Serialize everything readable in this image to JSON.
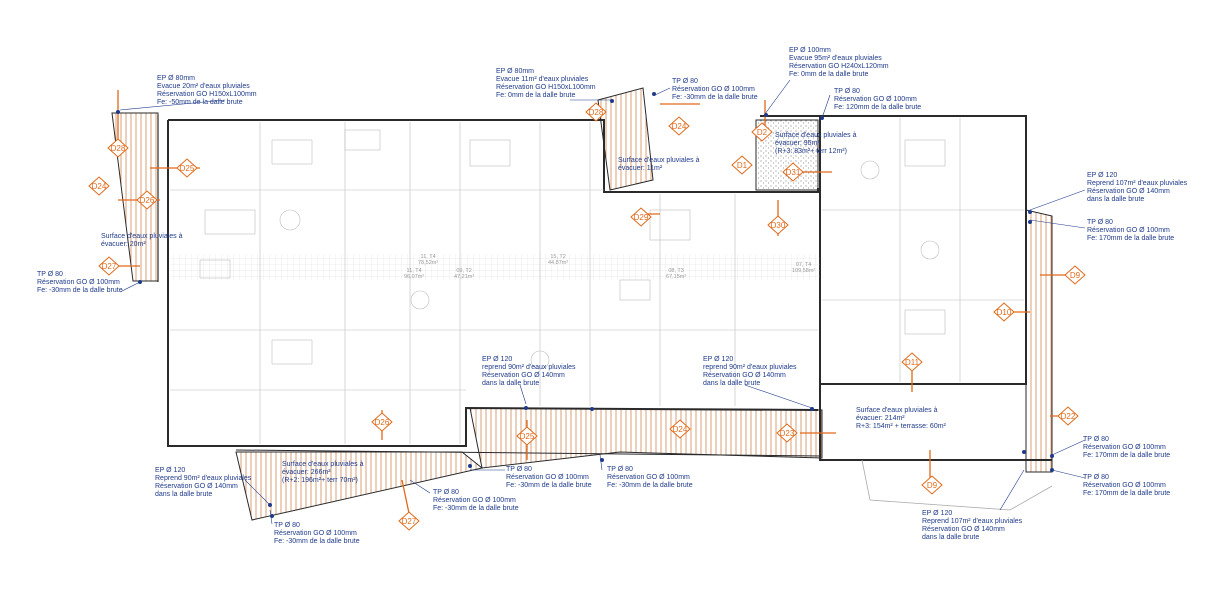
{
  "colors": {
    "annotation": "#1f3a8a",
    "marker": "#e06a1a",
    "wall": "#2a2a2a",
    "thin": "#a9a9a9",
    "deck": "#c2621f"
  },
  "icons": {
    "marker": "diamond-drain-tag"
  },
  "notes": {
    "n1": [
      "EP Ø 80mm",
      "Evacue 20m² d'eaux pluviales",
      "Réservation GO H150xL100mm",
      "Fe: -50mm de la dalle brute"
    ],
    "n2": [
      "EP Ø 80mm",
      "Evacue 11m² d'eaux pluviales",
      "Réservation GO H150xL100mm",
      "Fe: 0mm de la dalle brute"
    ],
    "n3": [
      "TP Ø 80",
      "Réservation GO Ø 100mm",
      "Fe: -30mm de la dalle brute"
    ],
    "n4": [
      "EP Ø 100mm",
      "Evacue 95m² d'eaux pluviales",
      "Réservation GO H240xL120mm",
      "Fe: 0mm de la dalle brute"
    ],
    "n5": [
      "TP Ø 80",
      "Réservation GO Ø 100mm",
      "Fe: 120mm de la dalle brute"
    ],
    "n6": [
      "Surface d'eaux pluviales à",
      "évacuer: 95m²",
      "(R+3: 83m²+ terr 12m²)"
    ],
    "n7": [
      "Surface d'eaux pluviales à",
      "évacuer: 11m²"
    ],
    "n8": [
      "EP Ø 120",
      "Reprend 107m² d'eaux pluviales",
      "Réservation GO Ø 140mm",
      "dans la dalle brute"
    ],
    "n9": [
      "TP Ø 80",
      "Réservation GO Ø 100mm",
      "Fe: 170mm de la dalle brute"
    ],
    "n10": [
      "Surface d'eaux pluviales à",
      "évacuer: 20m²"
    ],
    "n11": [
      "TP Ø 80",
      "Réservation GO Ø 100mm",
      "Fe: -30mm de la dalle brute"
    ],
    "n12": [
      "EP Ø 120",
      "reprend 90m² d'eaux pluviales",
      "Réservation GO Ø 140mm",
      "dans la dalle brute"
    ],
    "n13": [
      "EP Ø 120",
      "reprend 90m² d'eaux pluviales",
      "Réservation GO Ø 140mm",
      "dans la dalle brute"
    ],
    "n14": [
      "Surface d'eaux pluviales à",
      "évacuer: 214m²",
      "R+3: 154m² + terrasse: 60m²"
    ],
    "n15": [
      "TP Ø 80",
      "Réservation GO Ø 100mm",
      "Fe: 170mm de la dalle brute"
    ],
    "n16": [
      "TP Ø 80",
      "Réservation GO Ø 100mm",
      "Fe: 170mm de la dalle brute"
    ],
    "n17": [
      "EP Ø 120",
      "Reprend 90m² d'eaux pluviales",
      "Réservation GO Ø 140mm",
      "dans la dalle brute"
    ],
    "n18": [
      "Surface d'eaux pluviales à",
      "évacuer: 266m²",
      "(R+2: 196m²+ terr 70m²)"
    ],
    "n19": [
      "TP Ø 80",
      "Réservation GO Ø 100mm",
      "Fe: -30mm de la dalle brute"
    ],
    "n20": [
      "TP Ø 80",
      "Réservation GO Ø 100mm",
      "Fe: -30mm de la dalle brute"
    ],
    "n21": [
      "TP Ø 80",
      "Réservation GO Ø 100mm",
      "Fe: -30mm de la dalle brute"
    ],
    "n22": [
      "TP Ø 80",
      "Réservation GO Ø 100mm",
      "Fe: -30mm de la dalle brute"
    ],
    "n23": [
      "EP Ø 120",
      "Reprend 107m² d'eaux pluviales",
      "Réservation GO Ø 140mm",
      "dans la dalle brute"
    ]
  },
  "rooms": {
    "r1": [
      "11, T4",
      "78,52m²"
    ],
    "r2": [
      "11, T4",
      "96,07m²"
    ],
    "r3": [
      "09, T2",
      "47,21m²"
    ],
    "r4": [
      "15, T2",
      "44,87m²"
    ],
    "r5": [
      "08, T3",
      "67,15m²"
    ],
    "r6": [
      "07, T4",
      "109,58m²"
    ]
  },
  "markers": {
    "m1": "D28",
    "m2": "D25",
    "m3": "D24",
    "m4": "D26",
    "m5": "D27",
    "m6": "D28",
    "m7": "D24",
    "m8": "D2",
    "m9": "D1",
    "m10": "D31",
    "m11": "D29",
    "m12": "D30",
    "m13": "D9",
    "m14": "D10",
    "m15": "D11",
    "m16": "D22",
    "m17": "D26",
    "m18": "D25",
    "m19": "D24",
    "m20": "D23",
    "m21": "D27",
    "m22": "D9"
  }
}
